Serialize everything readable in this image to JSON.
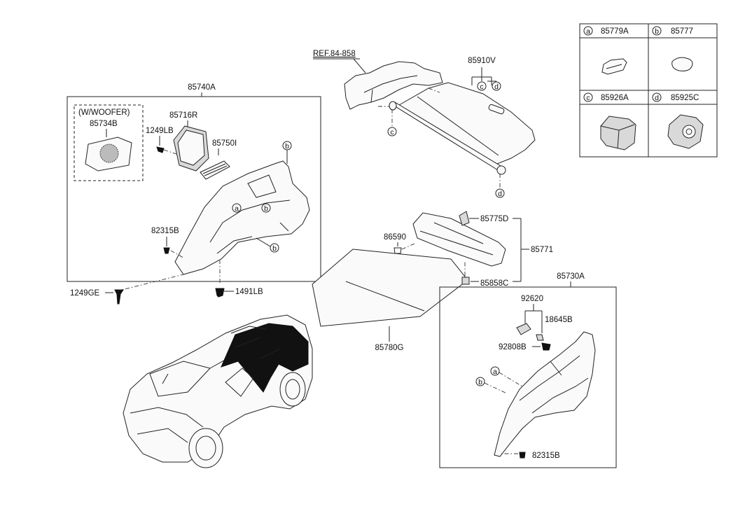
{
  "legend": [
    {
      "letter": "a",
      "part": "85779A"
    },
    {
      "letter": "b",
      "part": "85777"
    },
    {
      "letter": "c",
      "part": "85926A"
    },
    {
      "letter": "d",
      "part": "85925C"
    }
  ],
  "reference": "REF.84-858",
  "callouts": {
    "a": "a",
    "b": "b",
    "c": "c",
    "d": "d"
  },
  "parts": {
    "p85740A": "85740A",
    "woofer_note": "(W/WOOFER)",
    "p85734B": "85734B",
    "p85716R": "85716R",
    "p1249LB": "1249LB",
    "p85750I": "85750I",
    "p82315B_left": "82315B",
    "p1249GE": "1249GE",
    "p1491LB": "1491LB",
    "p85910V": "85910V",
    "p85775D": "85775D",
    "p86590": "86590",
    "p85771": "85771",
    "p85858C": "85858C",
    "p85780G": "85780G",
    "p85730A": "85730A",
    "p92620": "92620",
    "p18645B": "18645B",
    "p92808B": "92808B",
    "p82315B_right": "82315B"
  }
}
